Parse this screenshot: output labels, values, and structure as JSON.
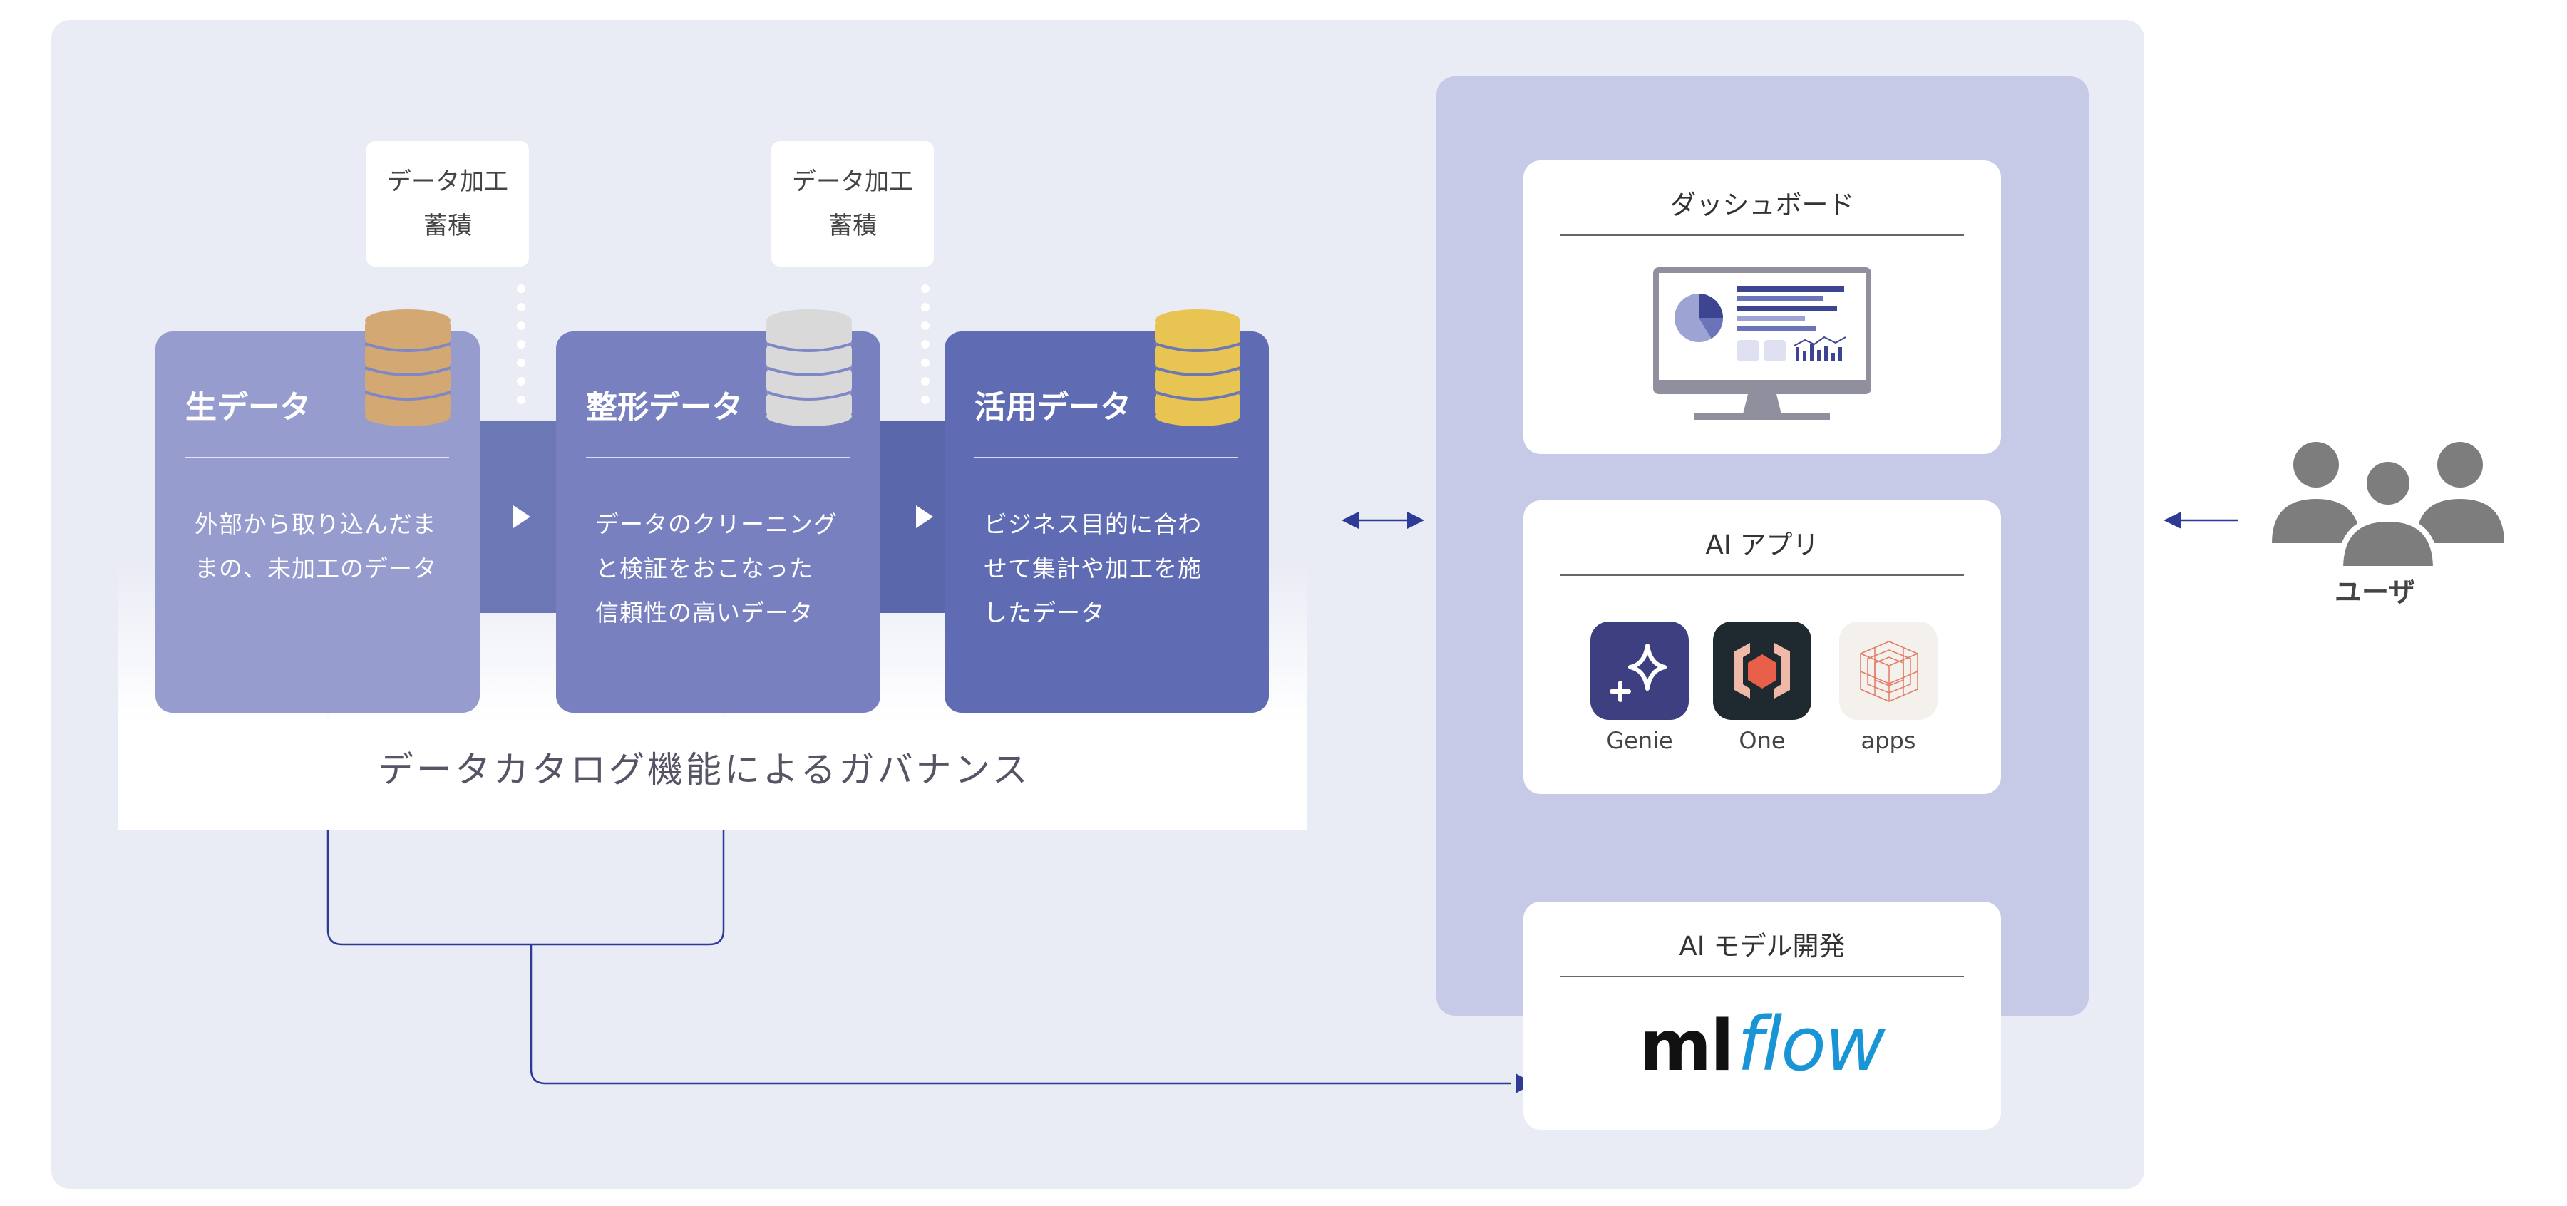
{
  "notes": [
    {
      "line1": "データ加工",
      "line2": "蓄積"
    },
    {
      "line1": "データ加工",
      "line2": "蓄積"
    }
  ],
  "stages": [
    {
      "title": "生データ",
      "desc": [
        "外部から取り込んだま",
        "まの、未加工のデータ"
      ],
      "db_color": "#d4a872"
    },
    {
      "title": "整形データ",
      "desc": [
        "データのクリーニング",
        "と検証をおこなった",
        "信頼性の高いデータ"
      ],
      "db_color": "#d9d9d9"
    },
    {
      "title": "活用データ",
      "desc": [
        "ビジネス目的に合わ",
        "せて集計や加工を施",
        "したデータ"
      ],
      "db_color": "#e8c453"
    }
  ],
  "governance": {
    "label": "データカタログ機能によるガバナンス"
  },
  "dashboard": {
    "title": "ダッシュボード",
    "icon": "monitor-dashboard-icon"
  },
  "ai_apps": {
    "title": "AI アプリ",
    "apps": [
      {
        "label": "Genie",
        "icon": "sparkle-icon",
        "color": "#3d3f80"
      },
      {
        "label": "One",
        "icon": "hexagon-logo-icon",
        "color": "#1f2a30"
      },
      {
        "label": "apps",
        "icon": "wireframe-cube-icon",
        "color": "#f4f1ec"
      }
    ]
  },
  "ai_model": {
    "title": "AI モデル開発",
    "logo_ml": "ml",
    "logo_flow": "flow"
  },
  "users": {
    "label": "ユーザ",
    "icon": "users-group-icon"
  },
  "colors": {
    "arrow": "#2e3b96",
    "logo_blue": "#1995d6",
    "background": "#e9ebf5",
    "right_panel": "#c6cae6"
  }
}
